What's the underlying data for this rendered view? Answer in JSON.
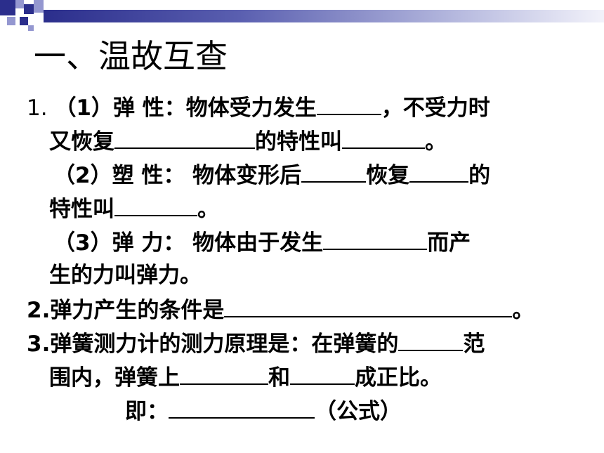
{
  "slide": {
    "title": "一、温故互查",
    "header_colors": [
      "#2b2e8c",
      "#9497d0",
      "#ffffff"
    ]
  },
  "q1": {
    "num": "1.",
    "line1": {
      "p1": "（1）弹  性：物体受力发生",
      "p2": "，不受力时"
    },
    "line2": {
      "p1": "又恢复",
      "p2": "的特性叫",
      "p3": "。"
    },
    "line3": {
      "p1": "（2）塑  性： 物体变形后",
      "p2": "恢复",
      "p3": "的"
    },
    "line4": {
      "p1": "特性叫",
      "p2": "。"
    },
    "line5": {
      "p1": "（3）弹  力：   物体由于发生",
      "p2": "而产"
    },
    "line6": {
      "p1": "生的力叫弹力。"
    }
  },
  "q2": {
    "num": "2.",
    "text": "弹力产生的条件是",
    "end": "。"
  },
  "q3": {
    "num": "3.",
    "line1": {
      "p1": "弹簧测力计的测力原理是：在弹簧的",
      "p2": "范"
    },
    "line2": {
      "p1": "围内，弹簧上",
      "p2": "和",
      "p3": "成正比。"
    },
    "line3": {
      "p1": "即：",
      "p2": "（公式）"
    }
  }
}
